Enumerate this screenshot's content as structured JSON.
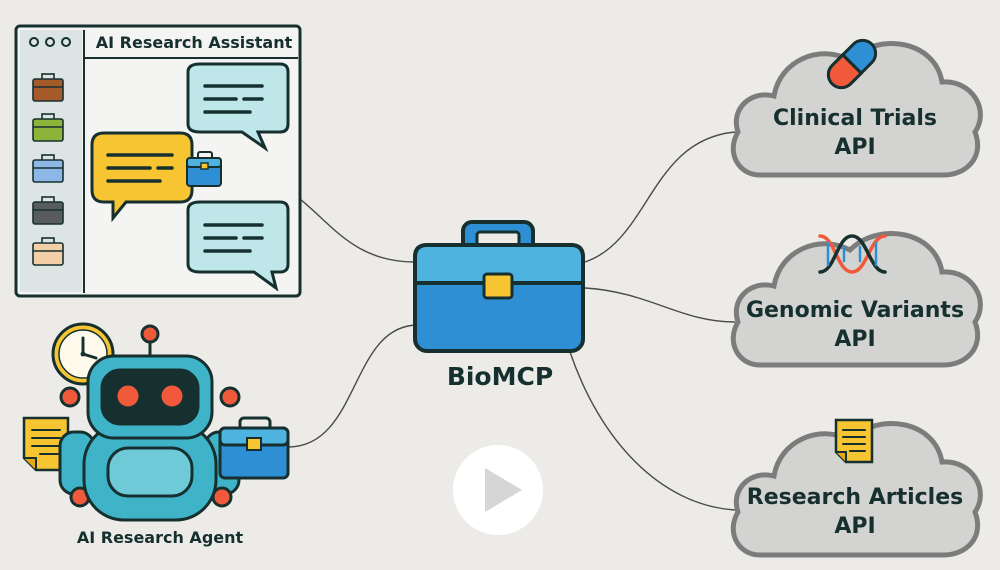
{
  "window": {
    "title": "AI Research Assistant"
  },
  "center": {
    "label": "BioMCP"
  },
  "agent": {
    "label": "AI Research Agent"
  },
  "clouds": [
    {
      "line1": "Clinical Trials",
      "line2": "API",
      "icon": "pill-icon"
    },
    {
      "line1": "Genomic Variants",
      "line2": "API",
      "icon": "dna-icon"
    },
    {
      "line1": "Research Articles",
      "line2": "API",
      "icon": "document-icon"
    }
  ],
  "colors": {
    "background": "#ecebe7",
    "outline": "#16302f",
    "toolbox_blue": "#2f8fd4",
    "toolbox_lid": "#4fb3e0",
    "cloud_fill": "#d3d3d1",
    "robot_teal": "#3fb4c9",
    "robot_accent": "#f05a3b",
    "bubble_teal": "#bfe7e9",
    "bubble_yellow": "#f7c531"
  }
}
